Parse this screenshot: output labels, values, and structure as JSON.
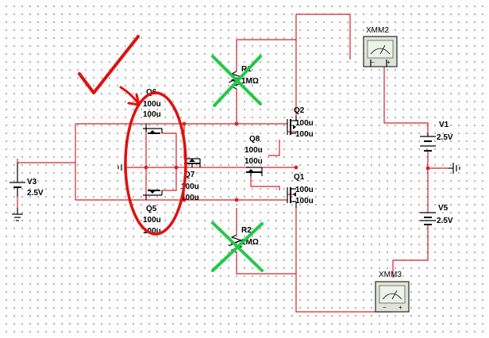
{
  "components": {
    "q6": {
      "name": "Q6",
      "v1": "100u",
      "v2": "100u"
    },
    "q5": {
      "name": "Q5",
      "v1": "100u",
      "v2": "100u"
    },
    "q7": {
      "name": "Q7",
      "v1": "100u",
      "v2": "100u"
    },
    "q8": {
      "name": "Q8",
      "v1": "100u",
      "v2": "100u"
    },
    "q2": {
      "name": "Q2",
      "v1": "100u",
      "v2": "100u"
    },
    "q1": {
      "name": "Q1",
      "v1": "100u",
      "v2": "100u"
    },
    "r1": {
      "name": "R1",
      "value": "1MΩ"
    },
    "r2": {
      "name": "R2",
      "value": "1MΩ"
    },
    "v1": {
      "name": "V1",
      "value": "2.5V"
    },
    "v3": {
      "name": "V3",
      "value": "2.5V"
    },
    "v5": {
      "name": "V5",
      "value": "2.5V"
    },
    "xmm2": {
      "name": "XMM2"
    },
    "xmm3": {
      "name": "XMM3"
    }
  },
  "colors": {
    "wire": "#d8202a",
    "annotation_red": "#e01010",
    "annotation_green": "#22c94a",
    "component": "#000000",
    "meter_face": "#e9efe4"
  }
}
